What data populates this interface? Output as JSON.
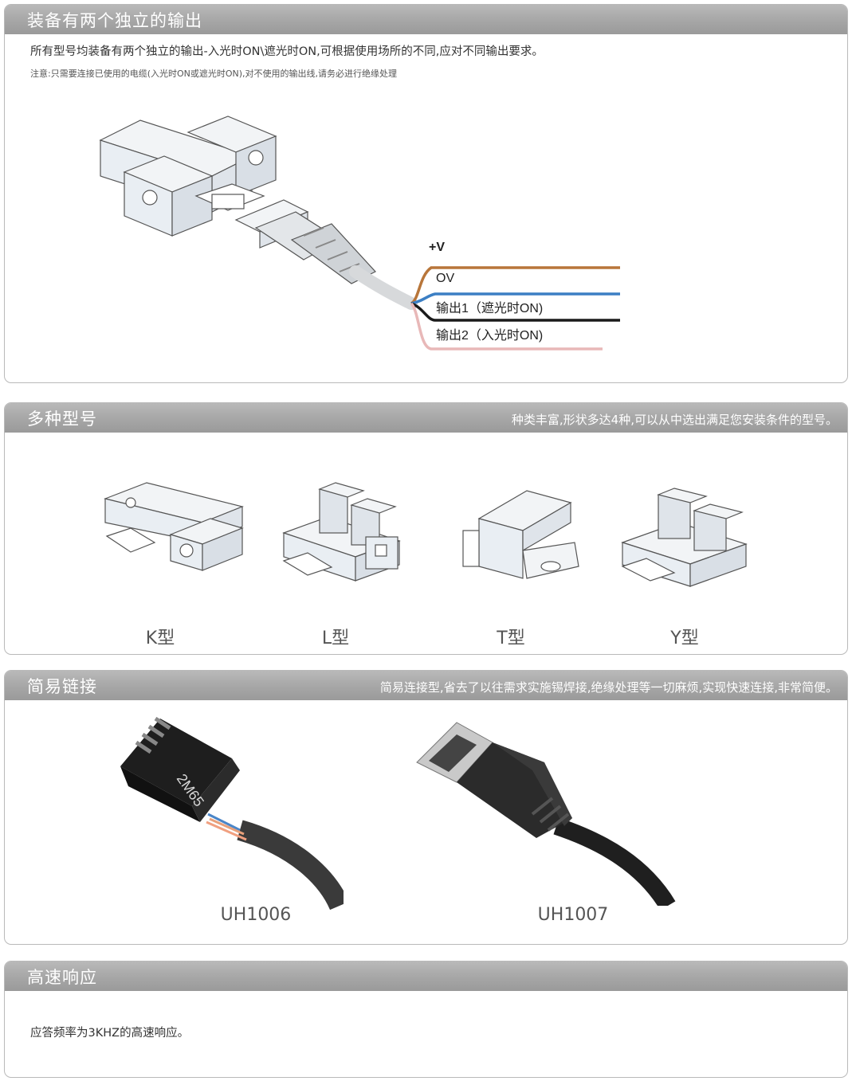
{
  "section1": {
    "title": "装备有两个独立的输出",
    "desc": "所有型号均装备有两个独立的输出-入光时ON\\遮光时ON,可根据使用场所的不同,应对不同输出要求。",
    "note": "注意:只需要连接已使用的电缆(入光时ON或遮光时ON),对不使用的输出线,请务必进行绝缘处理",
    "wires": {
      "v_plus": "+V",
      "zero_v": "OV",
      "out1": "输出1（遮光时ON)",
      "out2": "输出2（入光时ON)"
    },
    "colors": {
      "brown": "#b8763a",
      "blue": "#3b7fc4",
      "black": "#1a1a1a",
      "pink": "#e8b8b8"
    }
  },
  "section2": {
    "title": "多种型号",
    "subtitle": "种类丰富,形状多达4种,可以从中选出满足您安装条件的型号。",
    "types": [
      "K型",
      "L型",
      "T型",
      "Y型"
    ]
  },
  "section3": {
    "title": "简易链接",
    "subtitle": "简易连接型,省去了以往需求实施锡焊接,绝缘处理等一切麻烦,实现快速连接,非常简便。",
    "connectors": [
      "UH1006",
      "UH1007"
    ],
    "marking": "2M65"
  },
  "section4": {
    "title": "高速响应",
    "desc": "应答频率为3KHZ的高速响应。"
  }
}
